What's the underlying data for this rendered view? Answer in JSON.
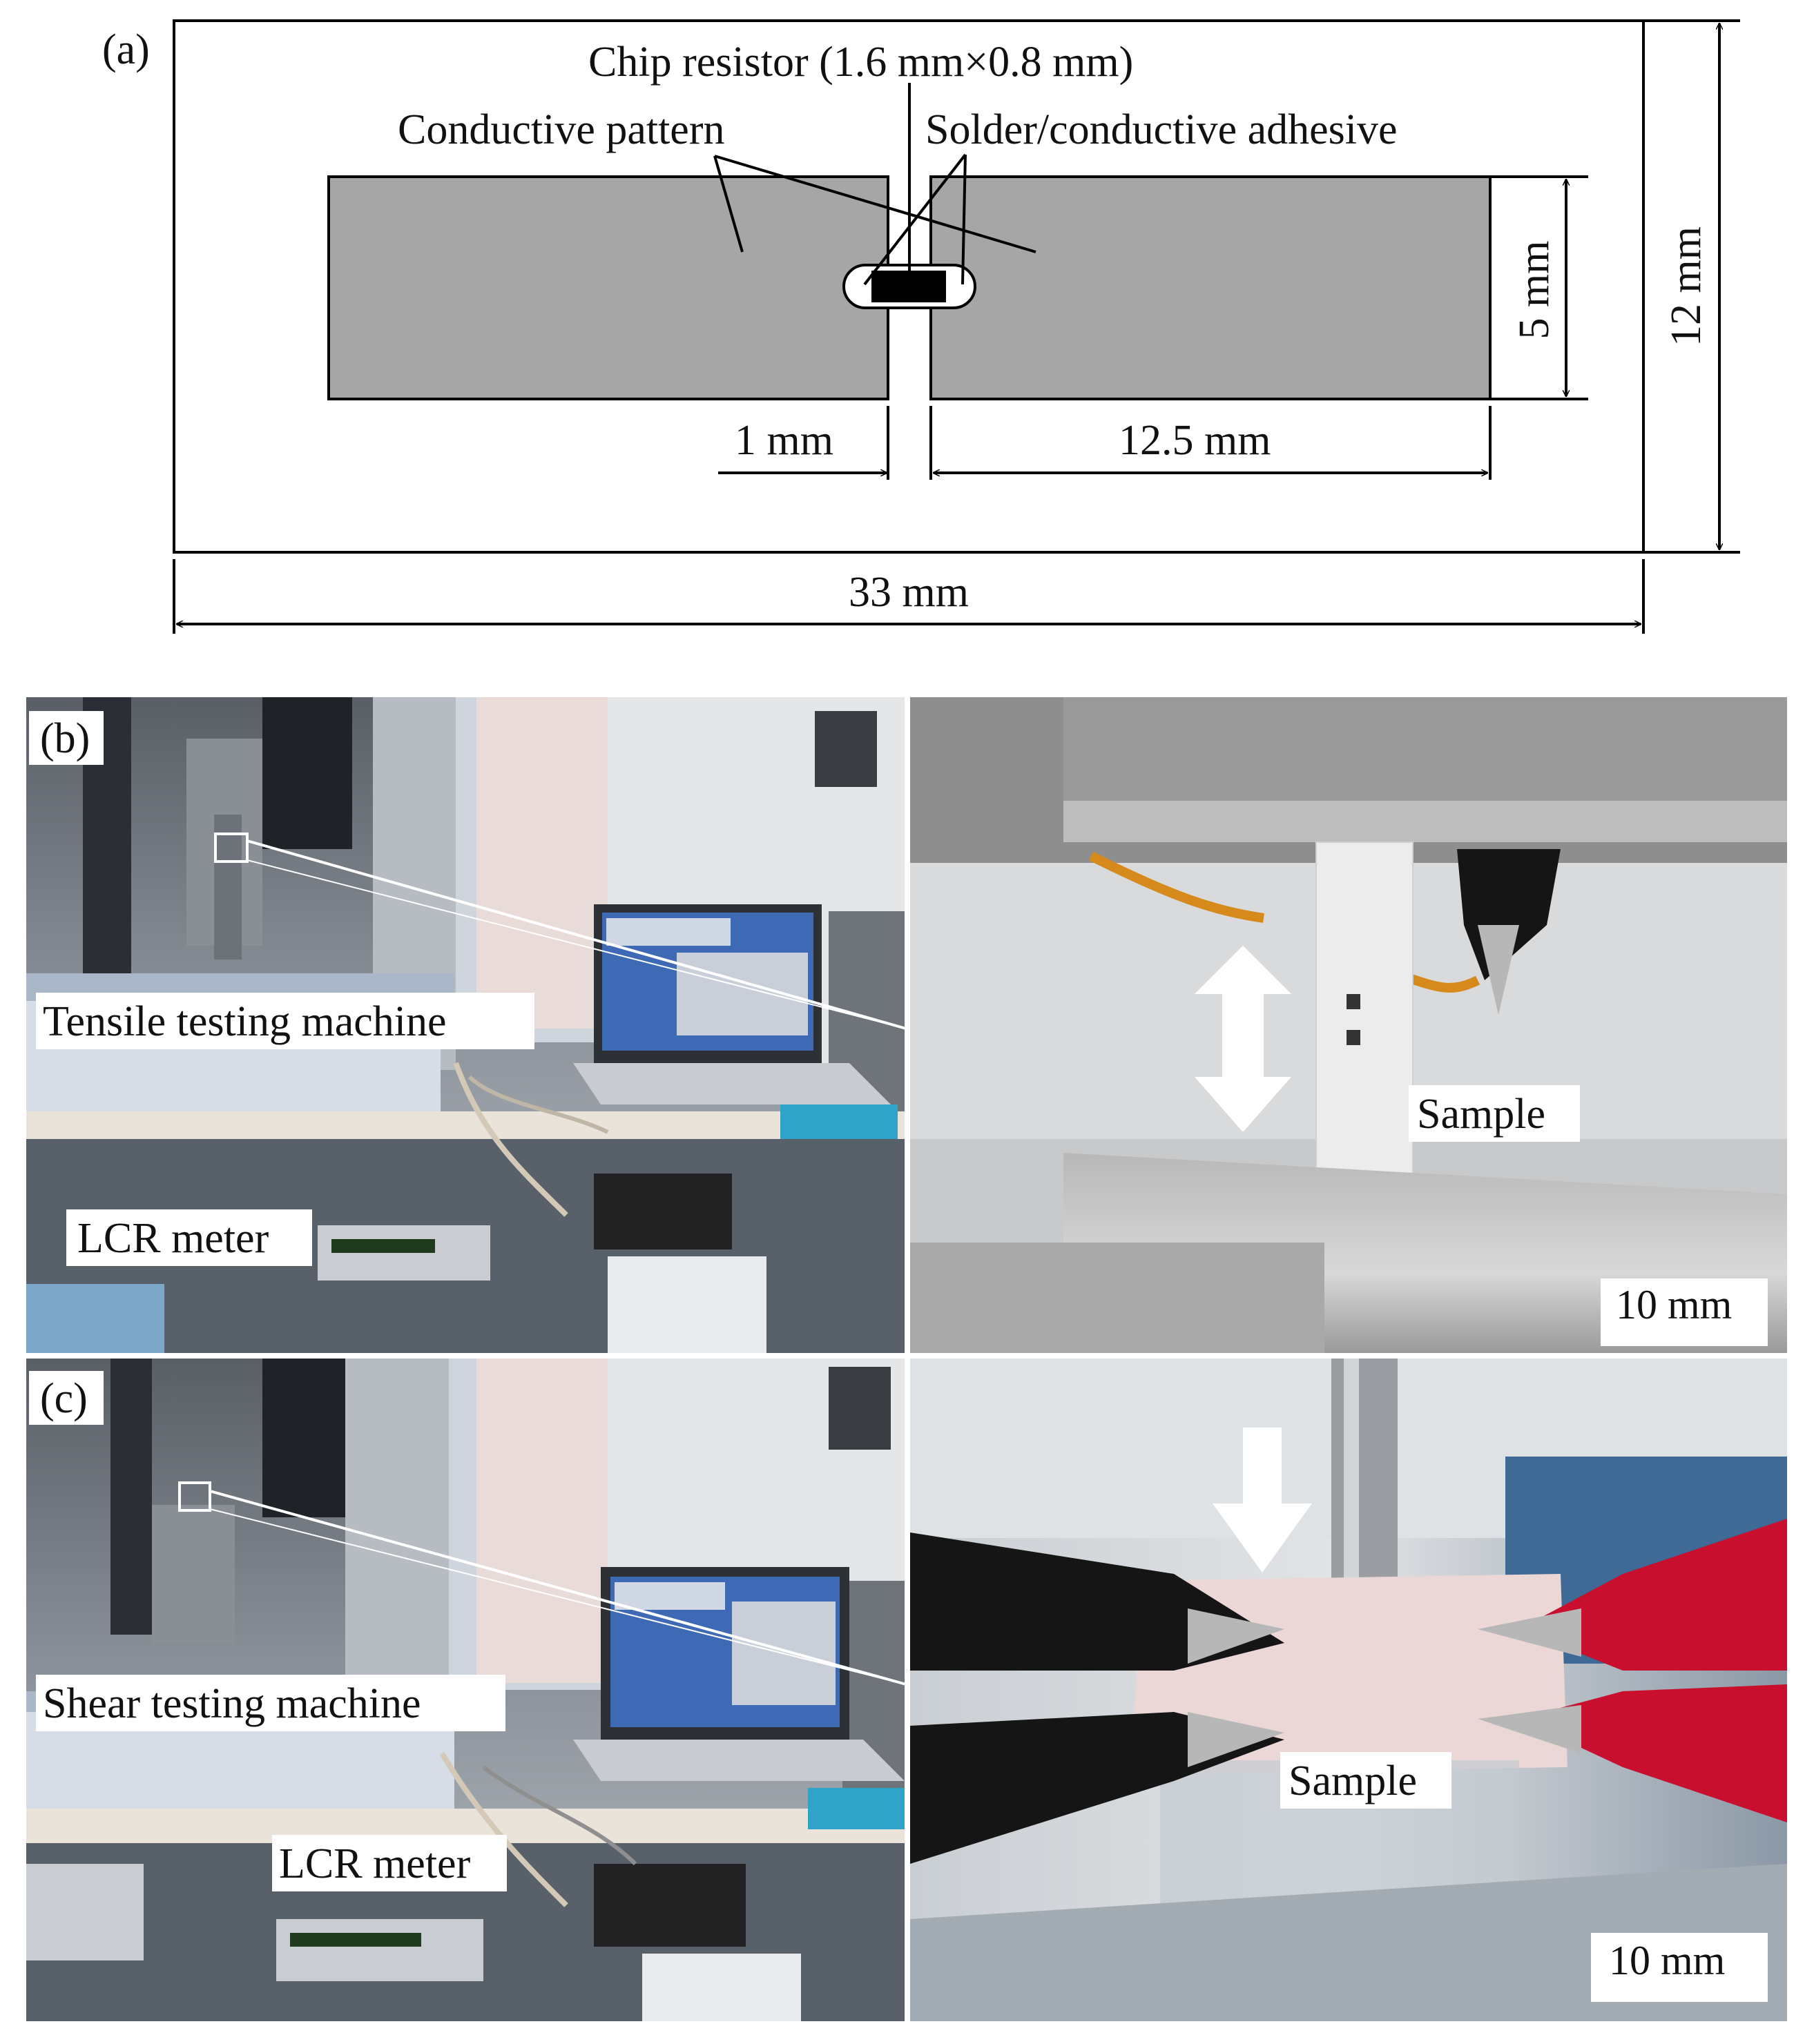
{
  "panel_a": {
    "label": "(a)",
    "chip_resistor": "Chip resistor (1.6 mm×0.8 mm)",
    "conductive_pattern": "Conductive pattern",
    "solder_adhesive": "Solder/conductive adhesive",
    "gap_dim": "1 mm",
    "pad_length_dim": "12.5 mm",
    "pad_width_dim": "5 mm",
    "board_height_dim": "12 mm",
    "board_width_dim": "33 mm"
  },
  "panel_b": {
    "label": "(b)",
    "machine": "Tensile testing machine",
    "meter": "LCR meter",
    "sample": "Sample",
    "scale": "10 mm"
  },
  "panel_c": {
    "label": "(c)",
    "machine": "Shear testing machine",
    "meter": "LCR meter",
    "sample": "Sample",
    "scale": "10 mm"
  },
  "colors": {
    "pattern_gray": "#a6a6a6",
    "chip_black": "#000000",
    "clip_red": "#c8102e",
    "clip_black": "#111111"
  }
}
